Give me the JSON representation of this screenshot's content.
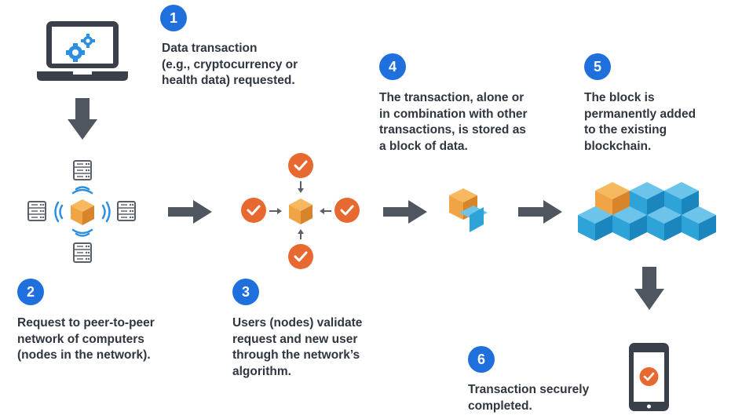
{
  "steps": [
    {
      "num": "1",
      "text": "Data transaction\n(e.g., cryptocurrency or\nhealth data) requested."
    },
    {
      "num": "2",
      "text": "Request to peer-to-peer\nnetwork of computers\n(nodes in the network)."
    },
    {
      "num": "3",
      "text": "Users (nodes) validate\nrequest and new user\nthrough the network’s\nalgorithm."
    },
    {
      "num": "4",
      "text": "The transaction, alone or\nin combination with other\ntransactions, is stored as\na block of data."
    },
    {
      "num": "5",
      "text": "The block is\npermanently added\nto the existing\nblockchain."
    },
    {
      "num": "6",
      "text": "Transaction securely\ncompleted."
    }
  ],
  "colors": {
    "badge": "#1f6fdc",
    "arrow": "#4f5660",
    "orange": "#e8692f",
    "cube_orange": "#f0a446",
    "cube_blue": "#2ea3d8",
    "device": "#3a4049",
    "gear": "#2e8fe0"
  },
  "icons": [
    "laptop-gears-icon",
    "server-icon",
    "wifi-signal-icon",
    "cube-icon",
    "checkmark-icon",
    "blockchain-icon",
    "smartphone-check-icon",
    "arrow-icon"
  ]
}
